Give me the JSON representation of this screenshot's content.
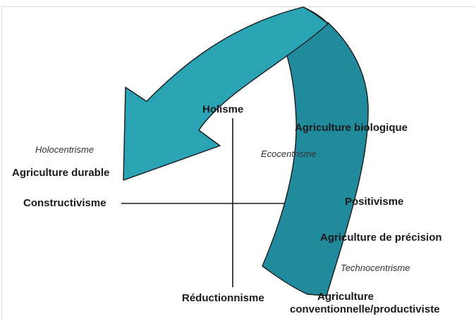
{
  "axes": {
    "top": "Holisme",
    "bottom": "Réductionnisme",
    "left": "Constructivisme",
    "right": "Positivisme"
  },
  "paradigms": {
    "holocentrisme": "Holocentrisme",
    "ecocentrisme": "Ecocentrisme",
    "technocentrisme": "Technocentrisme"
  },
  "agricultures": {
    "durable": "Agriculture durable",
    "biologique": "Agriculture biologique",
    "precision": "Agriculture de précision",
    "conventionnelle_line1": "Agriculture",
    "conventionnelle_line2": "conventionnelle/productiviste"
  },
  "colors": {
    "arrow_front": "#2aa3b5",
    "arrow_back": "#1f8b9c",
    "arrow_outline": "#1a1a1a",
    "axis": "#1a1a1a"
  }
}
